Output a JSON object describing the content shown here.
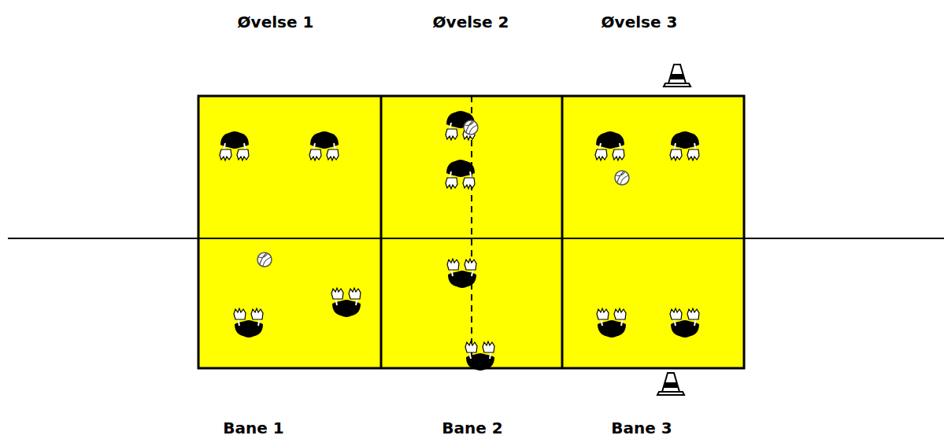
{
  "diagram": {
    "labels": [
      "Øvelse 1",
      "Øvelse 2",
      "Øvelse 3",
      "Bane 1",
      "Bane 2",
      "Bane 3"
    ]
  }
}
